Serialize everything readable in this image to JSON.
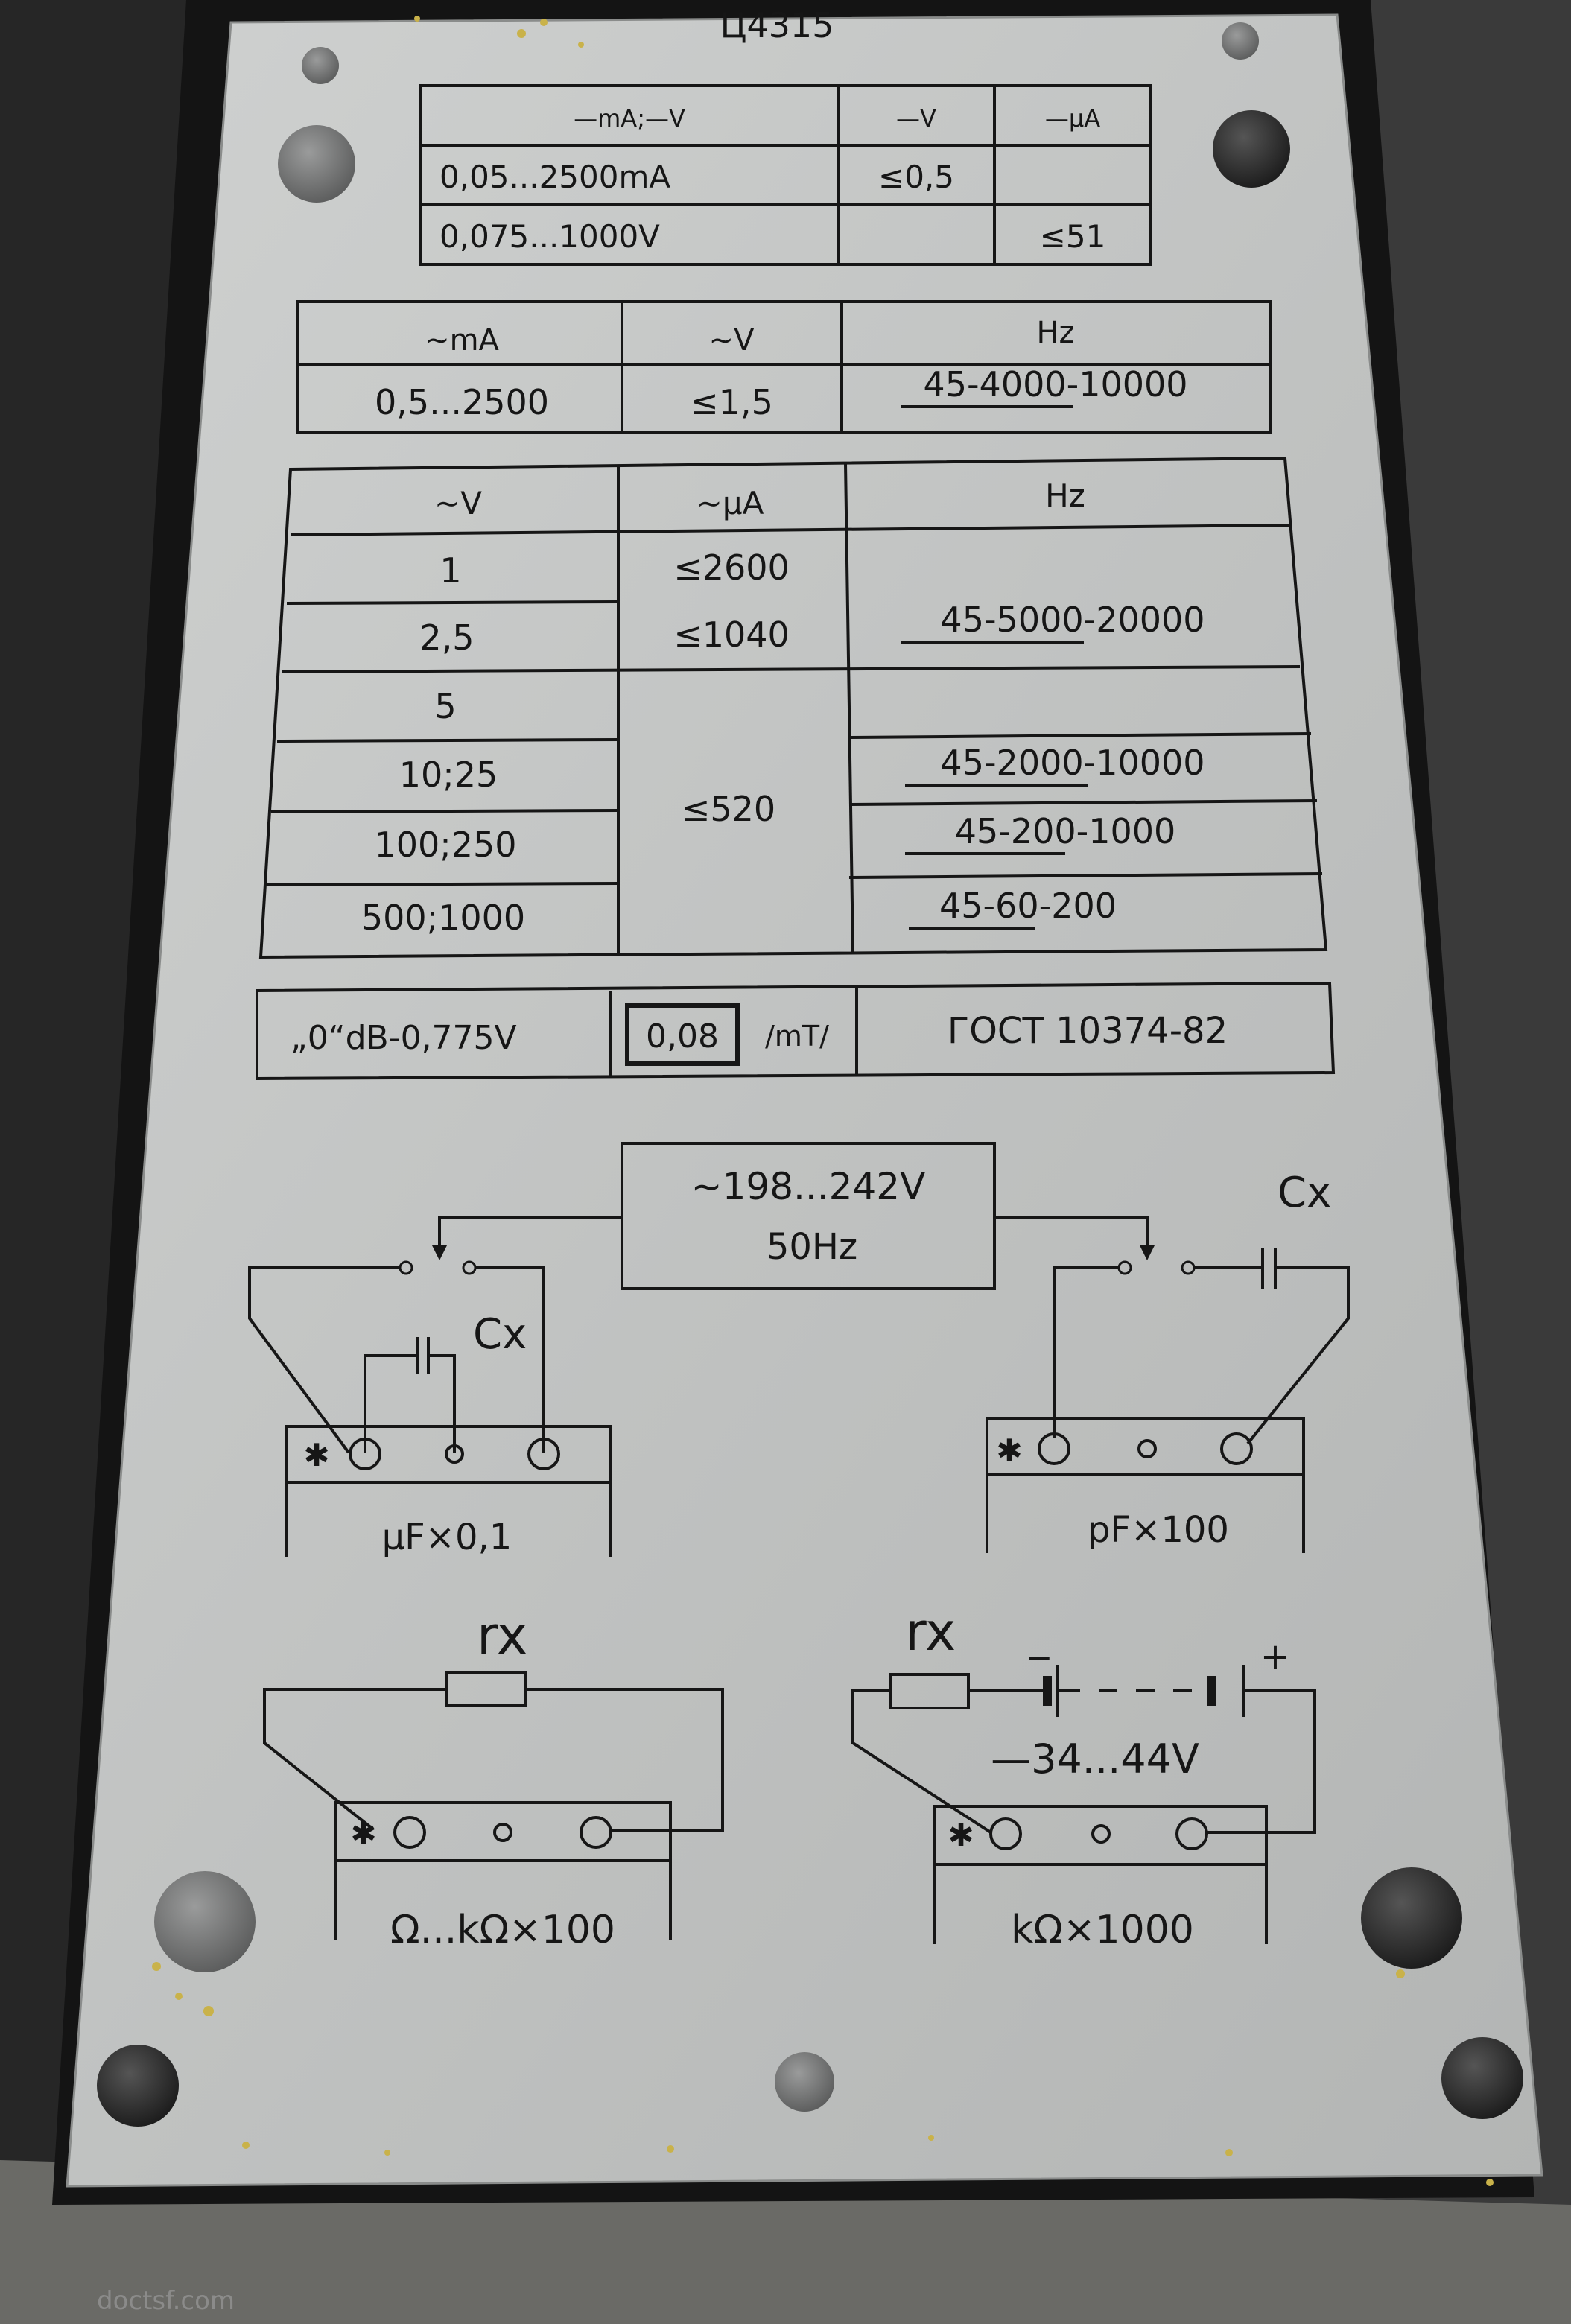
{
  "plate": {
    "model": "Ц4315",
    "table_dc": {
      "headers": [
        "—mA;—V",
        "—V",
        "—μA"
      ],
      "rows": [
        [
          "0,05...2500mA",
          "≤0,5",
          ""
        ],
        [
          "0,075...1000V",
          "",
          "≤51"
        ]
      ]
    },
    "table_ac_current": {
      "headers": [
        "∼mA",
        "∼V",
        "Hz"
      ],
      "row": [
        "0,5...2500",
        "≤1,5",
        "45-4000-10000"
      ]
    },
    "table_ac_voltage": {
      "headers": [
        "∼V",
        "∼μA",
        "Hz"
      ],
      "voltages": [
        "1",
        "2,5",
        "5",
        "10;25",
        "100;250",
        "500;1000"
      ],
      "currents": [
        "≤2600",
        "≤1040",
        "≤520"
      ],
      "freqs": [
        "45-5000-20000",
        "45-2000-10000",
        "45-200-1000",
        "45-60-200"
      ]
    },
    "info_row": {
      "db_ref": "„0“dB-0,775V",
      "field_value": "0,08",
      "field_unit": "/mT/",
      "standard": "ГОСТ 10374-82"
    },
    "diagrams": {
      "supply_voltage": "∼198...242V",
      "supply_freq": "50Hz",
      "cx_label": "Cx",
      "uf_label": "μF×0,1",
      "pf_label": "pF×100",
      "rx_label": "rx",
      "battery_voltage": "—34...44V",
      "ohm_label": "Ω...kΩ×100",
      "kohm_label": "kΩ×1000",
      "minus": "−",
      "plus": "+",
      "star": "✱"
    }
  },
  "watermark": "doctsf.com",
  "colors": {
    "plate": "#c2c4c3",
    "ink": "#161616",
    "case": "#2c2c2c",
    "screw": "#7d7e7e"
  }
}
